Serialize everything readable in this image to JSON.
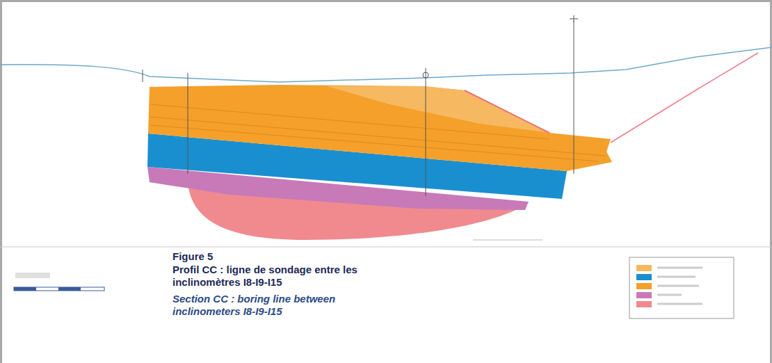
{
  "diagram": {
    "title": "Figure 5",
    "caption": "Profil CC : ligne de sondage entre les inclinomètres I8-I9-I15",
    "labels": [
      "Section CC : boring line between inclinometers I8-I9-I15"
    ]
  }
}
